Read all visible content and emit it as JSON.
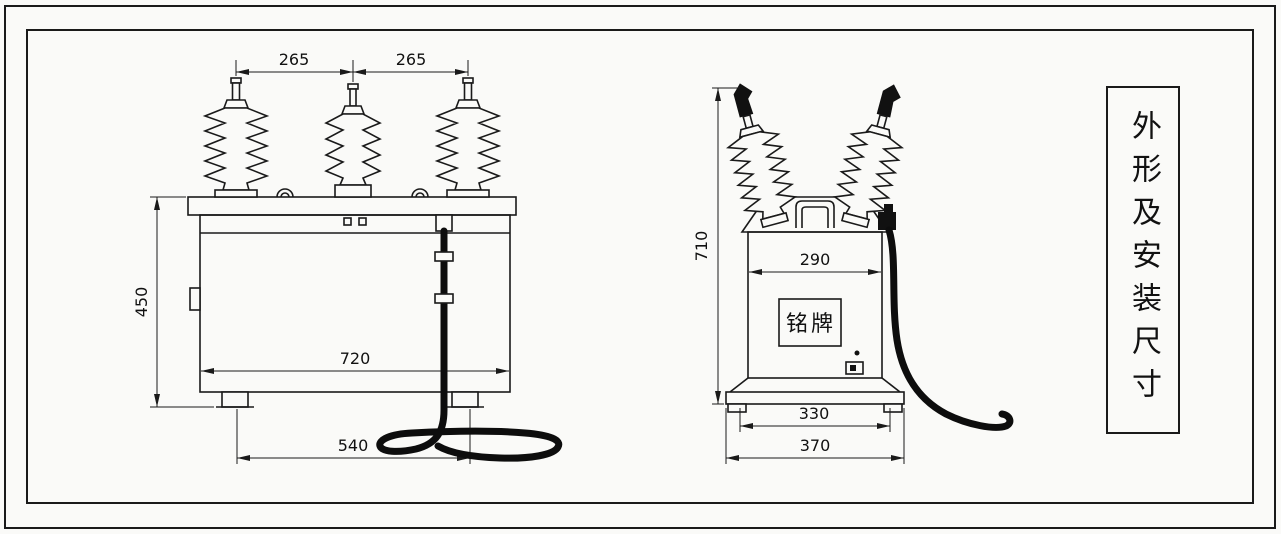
{
  "colors": {
    "line": "#1a1a1a",
    "background": "#fafaf8"
  },
  "title_box": {
    "text": "外形及安装尺寸"
  },
  "front_view": {
    "dim_top_left": "265",
    "dim_top_right": "265",
    "dim_height": "450",
    "dim_width": "720",
    "dim_mounting": "540"
  },
  "side_view": {
    "dim_height": "710",
    "dim_width": "290",
    "dim_mounting": "330",
    "dim_base": "370",
    "nameplate_label": "铭牌"
  }
}
